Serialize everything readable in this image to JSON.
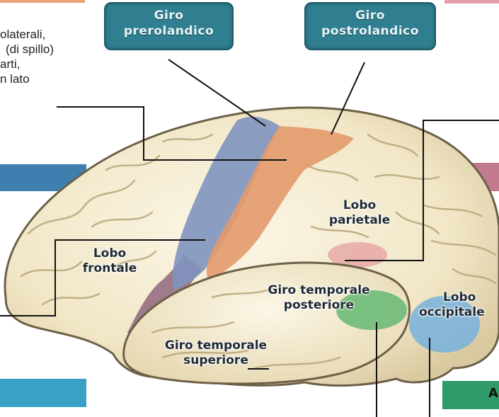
{
  "labels": {
    "giro_prerolandico": [
      "Giro",
      "prerolandico"
    ],
    "giro_postrolandico": [
      "Giro",
      "postrolandico"
    ],
    "lobo_frontale": [
      "Lobo",
      "frontale"
    ],
    "lobo_parietale": [
      "Lobo",
      "parietale"
    ],
    "giro_temporale_posteriore": [
      "Giro temporale",
      "posteriore"
    ],
    "giro_temporale_superiore": [
      "Giro temporale",
      "superiore"
    ],
    "lobo_occipitale": [
      "Lobo",
      "occipitale"
    ],
    "right_edge_fragment": "A"
  },
  "caption_lines": [
    "olaterali,",
    "(di spillo)",
    "arti,",
    "n lato"
  ],
  "colors": {
    "prerolandico_region": "#7f93bf",
    "postrolandico_region": "#e39a6c",
    "temporale_posteriore_region": "#6dbb78",
    "occipitale_region": "#77b1dd",
    "parietale_region": "#e6a4a4",
    "frontal_band": "#8a5f78",
    "tag_box": "#2f7f90",
    "bar_blue": "#3f7fb0",
    "bar_pink": "#c27a8e",
    "bar_cyan": "#3aa1c6",
    "bar_green": "#2f9b68"
  }
}
